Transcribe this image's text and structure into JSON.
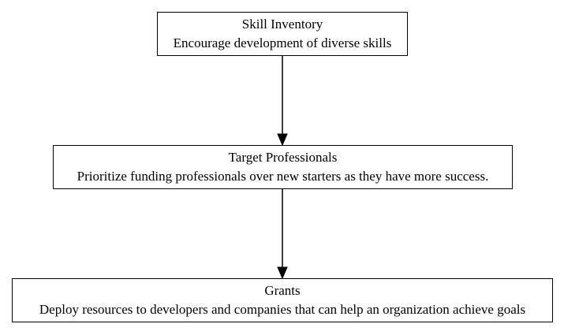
{
  "nodes": [
    {
      "title": "Skill Inventory",
      "description": "Encourage development of diverse skills"
    },
    {
      "title": "Target Professionals",
      "description": "Prioritize funding professionals over new starters as they have more success."
    },
    {
      "title": "Grants",
      "description": "Deploy resources to developers and companies that can help an organization achieve goals"
    }
  ],
  "edges": [
    {
      "from": "Skill Inventory",
      "to": "Target Professionals"
    },
    {
      "from": "Target Professionals",
      "to": "Grants"
    }
  ],
  "colors": {
    "stroke": "#000000",
    "background": "#ffffff"
  }
}
